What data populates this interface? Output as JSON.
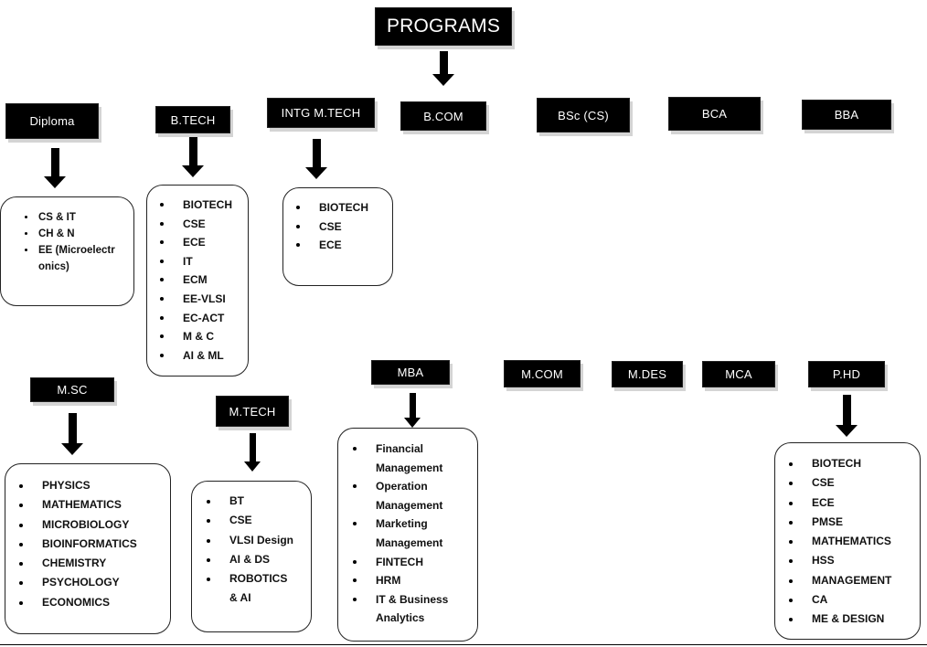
{
  "root": {
    "label": "PROGRAMS"
  },
  "programs": {
    "diploma": {
      "label": "Diploma",
      "items": [
        "CS & IT",
        "CH & N",
        "EE (Microelectronics)"
      ]
    },
    "btech": {
      "label": "B.TECH",
      "items": [
        "BIOTECH",
        "CSE",
        "ECE",
        "IT",
        "ECM",
        "EE-VLSI",
        "EC-ACT",
        "M & C",
        "AI & ML"
      ]
    },
    "intg_mtech": {
      "label": "INTG M.TECH",
      "items": [
        "BIOTECH",
        "CSE",
        "ECE"
      ]
    },
    "bcom": {
      "label": "B.COM"
    },
    "bsc": {
      "label": "BSc (CS)"
    },
    "bca": {
      "label": "BCA"
    },
    "bba": {
      "label": "BBA"
    },
    "msc": {
      "label": "M.SC",
      "items": [
        "PHYSICS",
        "MATHEMATICS",
        "MICROBIOLOGY",
        "BIOINFORMATICS",
        "CHEMISTRY",
        "PSYCHOLOGY",
        "ECONOMICS"
      ]
    },
    "mtech": {
      "label": "M.TECH",
      "items": [
        "BT",
        "CSE",
        "VLSI Design",
        "AI & DS",
        "ROBOTICS & AI"
      ]
    },
    "mba": {
      "label": "MBA",
      "items": [
        "Financial Management",
        "Operation Management",
        "Marketing Management",
        "FINTECH",
        "HRM",
        "IT & Business Analytics"
      ]
    },
    "mcom": {
      "label": "M.COM"
    },
    "mdes": {
      "label": "M.DES"
    },
    "mca": {
      "label": "MCA"
    },
    "phd": {
      "label": "P.HD",
      "items": [
        "BIOTECH",
        "CSE",
        "ECE",
        "PMSE",
        "MATHEMATICS",
        "HSS",
        "MANAGEMENT",
        "CA",
        "ME & DESIGN"
      ]
    }
  }
}
